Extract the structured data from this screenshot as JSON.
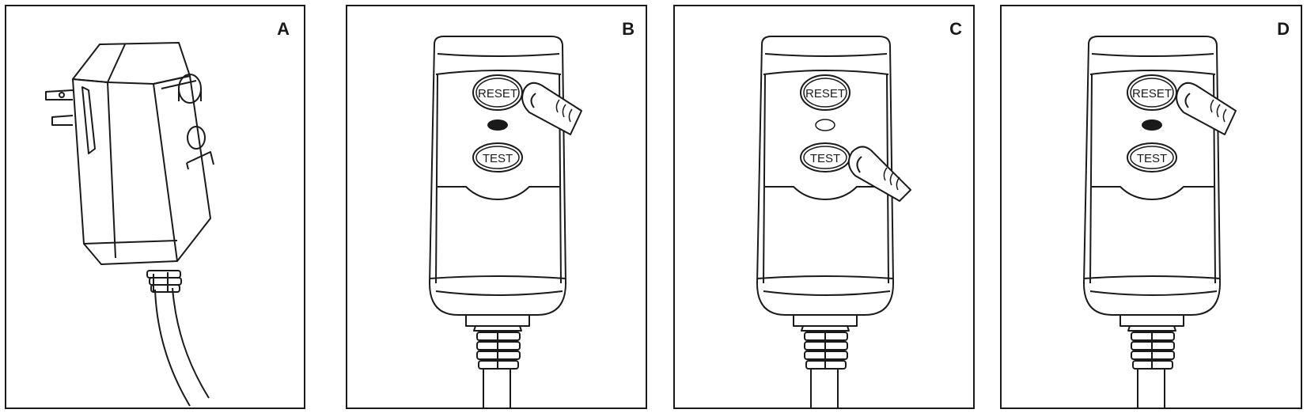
{
  "panels": [
    {
      "id": "A",
      "label": "A"
    },
    {
      "id": "B",
      "label": "B",
      "reset": "RESET",
      "test": "TEST"
    },
    {
      "id": "C",
      "label": "C",
      "reset": "RESET",
      "test": "TEST"
    },
    {
      "id": "D",
      "label": "D",
      "reset": "RESET",
      "test": "TEST"
    }
  ],
  "colors": {
    "line": "#1a1a1a",
    "background": "#ffffff"
  },
  "states": {
    "B": {
      "indicator": "on",
      "finger": "reset"
    },
    "C": {
      "indicator": "off",
      "finger": "test"
    },
    "D": {
      "indicator": "on",
      "finger": "reset"
    }
  }
}
